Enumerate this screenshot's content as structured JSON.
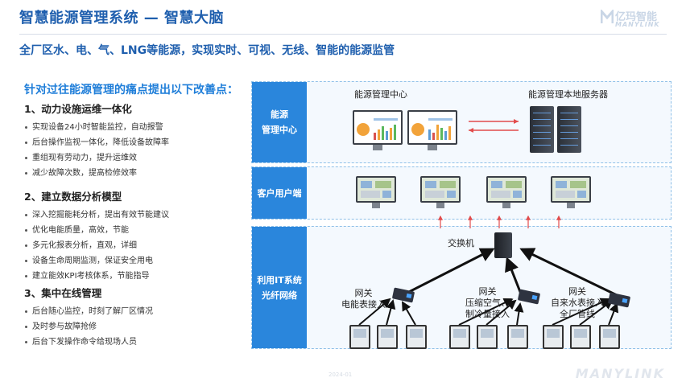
{
  "header": {
    "title": "智慧能源管理系统 — 智慧大脑",
    "subtitle": "全厂区水、电、气、LNG等能源，实现实时、可视、无线、智能的能源监管",
    "logo_text": "亿玛智能",
    "logo_sub": "MANYLINK"
  },
  "left": {
    "title": "针对过往能源管理的痛点提出以下改善点：",
    "sections": [
      {
        "heading": "1、动力设施运维一体化",
        "items": [
          "实现设备24小时智能监控，自动报警",
          "后台操作监视一体化，降低设备故障率",
          "重组现有劳动力，提升运维效",
          "减少故障次数，提高检修效率"
        ]
      },
      {
        "heading": "2、建立数据分析模型",
        "items": [
          "深入挖掘能耗分析，提出有效节能建议",
          "优化电能质量，高效，节能",
          "多元化报表分析，直观，详细",
          "设备生命周期监测，保证安全用电",
          "建立能效KPI考核体系，节能指导"
        ]
      },
      {
        "heading": "3、集中在线管理",
        "items": [
          "后台随心监控，时刻了解厂区情况",
          "及时参与故障抢修",
          "后台下发操作命令给现场人员"
        ]
      }
    ]
  },
  "diagram": {
    "bands": [
      {
        "label_lines": [
          "能源",
          "管理中心"
        ]
      },
      {
        "label_lines": [
          "客户用户端"
        ]
      },
      {
        "label_lines": [
          "利用IT系统",
          "光纤网络"
        ]
      }
    ],
    "energy_center_label": "能源管理中心",
    "local_server_label": "能源管理本地服务器",
    "switch_label": "交换机",
    "gateways": [
      {
        "lines": [
          "网关",
          "电能表接入"
        ]
      },
      {
        "lines": [
          "网关",
          "压缩空气、",
          "制冷量接入"
        ]
      },
      {
        "lines": [
          "网关",
          "自来水表接入",
          "全厂管线"
        ]
      }
    ],
    "colors": {
      "band_label": "#2a86dc",
      "arrow_red": "#e24b4b",
      "arrow_black": "#111111"
    }
  },
  "footer": {
    "page_text": "2024-01",
    "brand": "MANYLINK"
  }
}
